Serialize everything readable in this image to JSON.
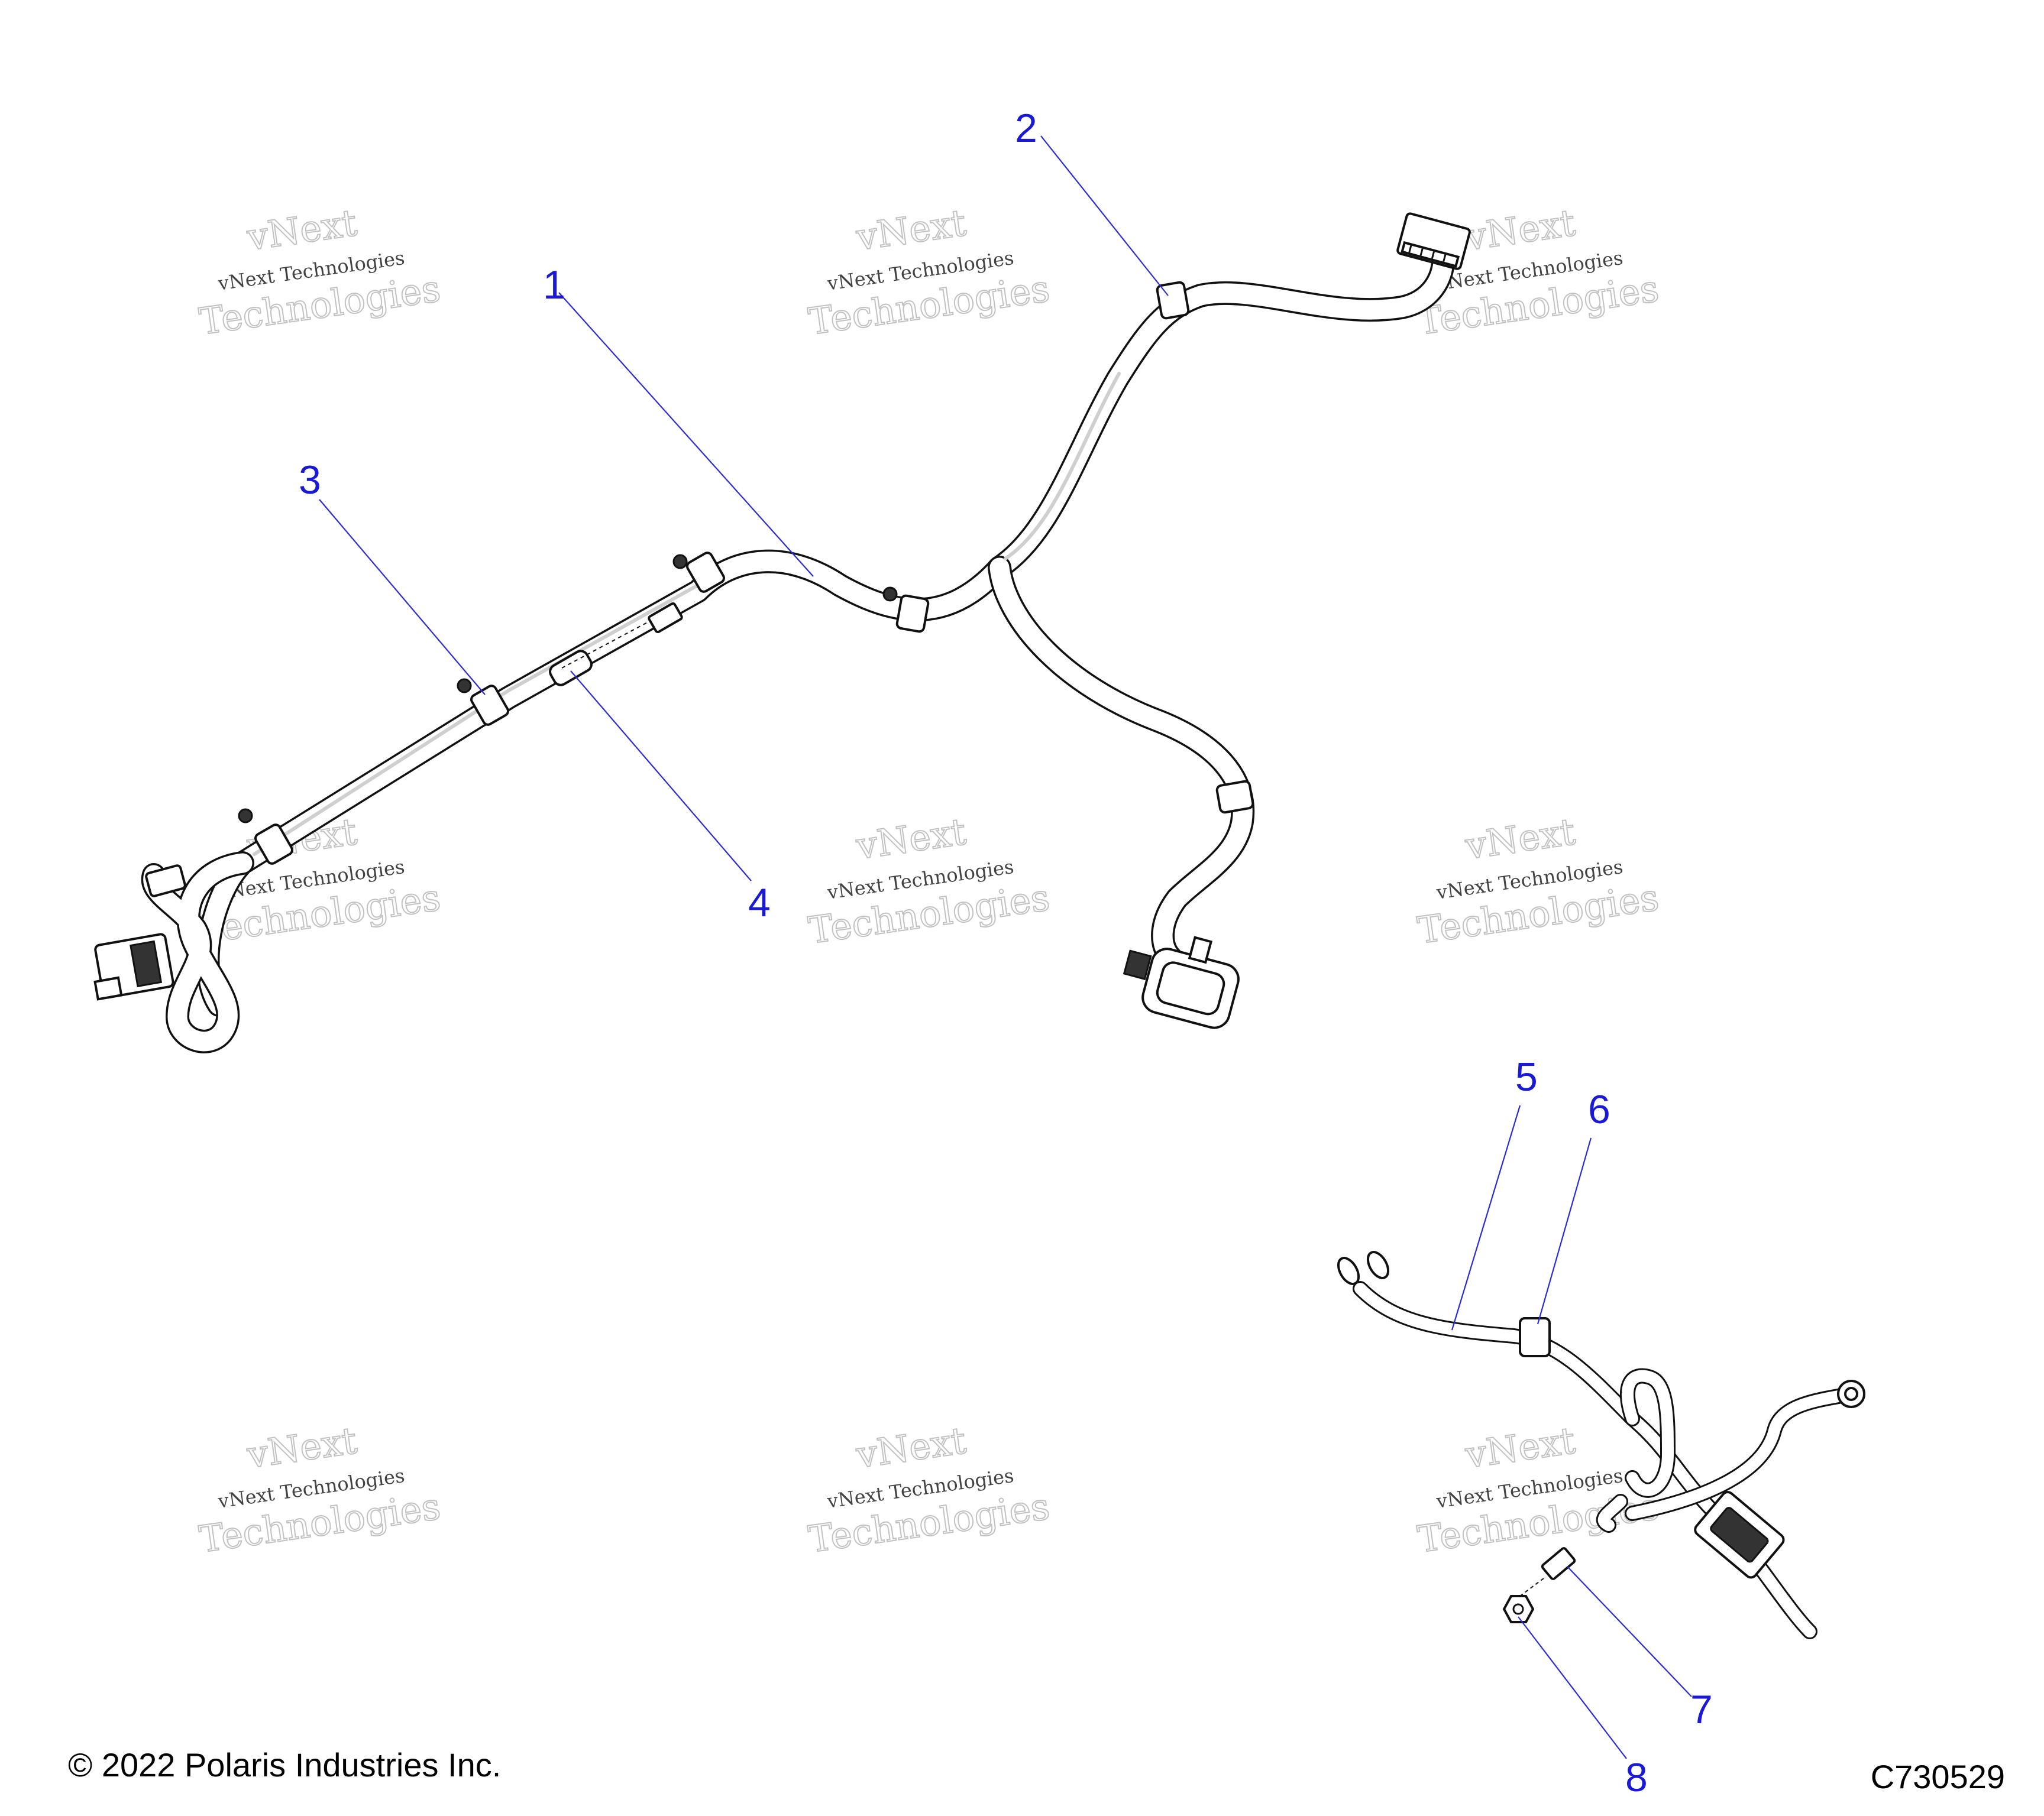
{
  "watermark": {
    "line1": "vNext",
    "line2": "vNext Technologies",
    "line3": "Technologies"
  },
  "callouts": [
    {
      "id": "1",
      "label": "1"
    },
    {
      "id": "2",
      "label": "2"
    },
    {
      "id": "3",
      "label": "3"
    },
    {
      "id": "4",
      "label": "4"
    },
    {
      "id": "5",
      "label": "5"
    },
    {
      "id": "6",
      "label": "6"
    },
    {
      "id": "7",
      "label": "7"
    },
    {
      "id": "8",
      "label": "8"
    }
  ],
  "footer": {
    "copyright": "© 2022 Polaris Industries Inc.",
    "drawing_id": "C730529"
  },
  "colors": {
    "callout": "#1a1ad6",
    "leader": "#2b2bd6",
    "line": "#111111"
  }
}
